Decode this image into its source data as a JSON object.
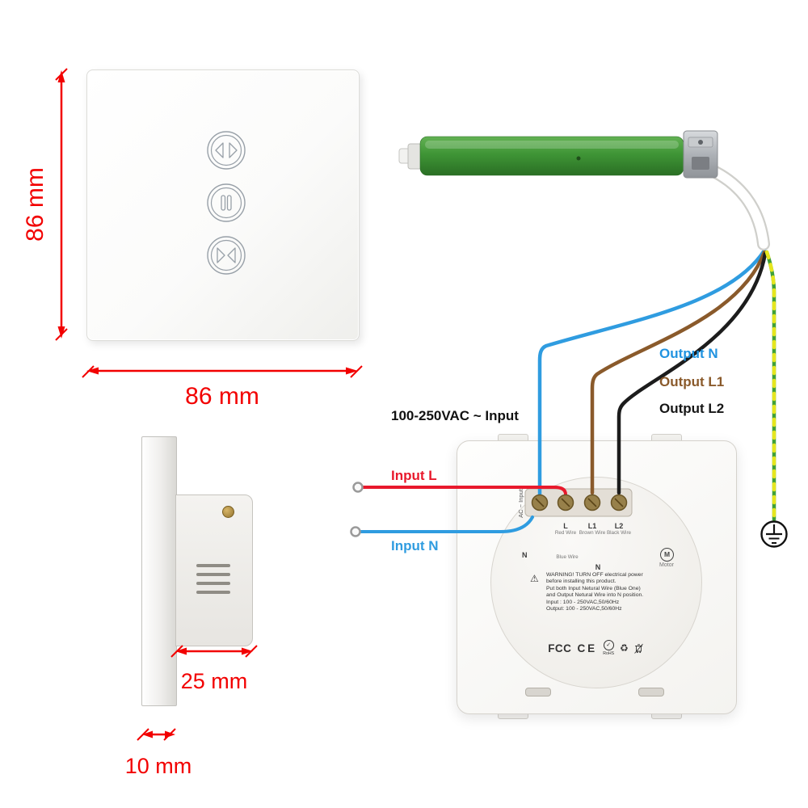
{
  "front_view": {
    "height_label": "86 mm",
    "width_label": "86 mm",
    "button_icons": [
      "curtain-open-icon",
      "pause-icon",
      "curtain-close-icon"
    ]
  },
  "side_view": {
    "depth_label": "25 mm",
    "thickness_label": "10 mm"
  },
  "wiring": {
    "input_voltage_label": "100-250VAC ~ Input",
    "input_l_label": "Input L",
    "input_n_label": "Input N",
    "output_n_label": "Output N",
    "output_l1_label": "Output L1",
    "output_l2_label": "Output L2",
    "terminal_block_label": "AC ~ Input",
    "terminals": [
      {
        "code": "L",
        "wire": "Red Wire"
      },
      {
        "code": "L1",
        "wire": "Brown Wire"
      },
      {
        "code": "L2",
        "wire": "Black Wire"
      }
    ],
    "neutral_left_label": "N",
    "neutral_wire_label": "Blue Wire",
    "neutral_center_label": "N",
    "motor_symbol": "M",
    "motor_label": "Motor",
    "warning_icon": "⚠",
    "warning_lines": [
      "WARNING! TURN OFF electrical power",
      "before installing this product.",
      "Put both Input Netural Wire (Blue One)",
      "and Output Netural Wire into N position.",
      "Input : 100 - 250VAC,50/60Hz",
      "Output: 100 - 250VAC,50/60Hz"
    ],
    "certs": {
      "fcc": "FCC",
      "ce": "CE",
      "check": "✓",
      "rohs": "RoHS",
      "recycle": "♻"
    }
  },
  "colors": {
    "dimension_red": "#f20000",
    "wire_red": "#e8192c",
    "wire_blue": "#2f9ce0",
    "wire_brown": "#8a5a2b",
    "wire_black": "#1c1c1c",
    "ground_green": "#3fa037",
    "ground_yellow": "#e6e61e",
    "motor_green": "#3f9536"
  }
}
